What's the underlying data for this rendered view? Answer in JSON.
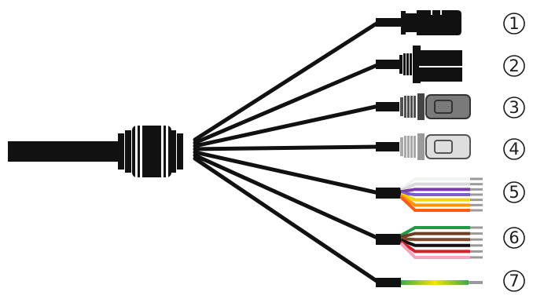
{
  "callouts": [
    {
      "number": "1",
      "connector": "power-connector"
    },
    {
      "number": "2",
      "connector": "network-connector"
    },
    {
      "number": "3",
      "connector": "audio-output-connector"
    },
    {
      "number": "4",
      "connector": "audio-input-connector"
    },
    {
      "number": "5",
      "connector": "multicolor-wire-bundle"
    },
    {
      "number": "6",
      "connector": "multicolor-wire-bundle"
    },
    {
      "number": "7",
      "connector": "ground-wire"
    }
  ],
  "colors": {
    "cable": "#111111",
    "connector_3": "#6f6f6f",
    "connector_4": "#d2d2d2",
    "wires_5": [
      "#f3f3f3",
      "#d9d9d9",
      "#7a3ba4",
      "#7a5bd0",
      "#f5d400",
      "#ff9500",
      "#ff5b12"
    ],
    "wires_6": [
      "#1f9a45",
      "#6c3f22",
      "#7a4a2f",
      "#111111",
      "#d91e2a",
      "#f3a6c0"
    ],
    "ground": [
      "#4caf50",
      "#f3e800"
    ]
  }
}
